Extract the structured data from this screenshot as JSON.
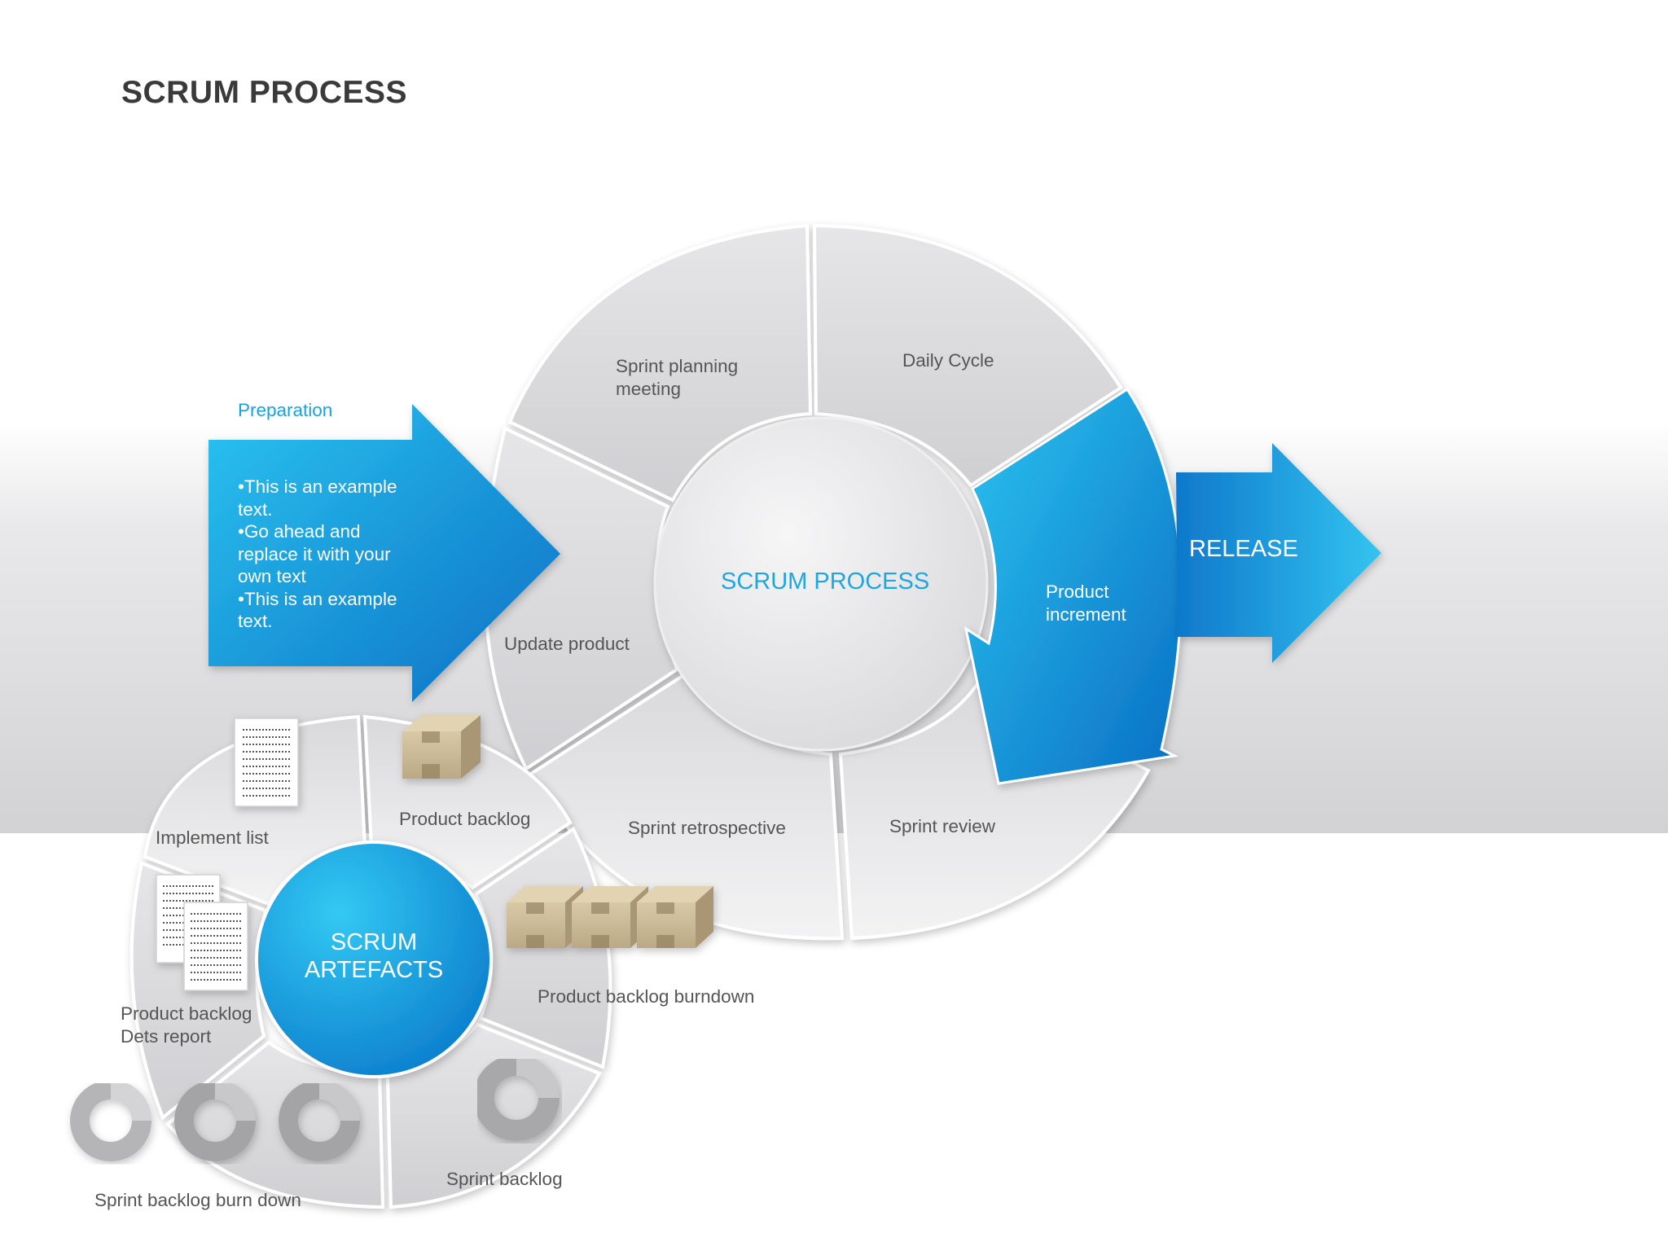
{
  "page": {
    "title": "SCRUM PROCESS"
  },
  "cycle": {
    "center_label": "SCRUM PROCESS",
    "segments": {
      "sprint_planning": "Sprint planning meeting",
      "daily_cycle": "Daily Cycle",
      "update_product": "Update product",
      "sprint_retrospective": "Sprint retrospective",
      "sprint_review": "Sprint review",
      "product_increment": "Product increment"
    }
  },
  "preparation": {
    "heading": "Preparation",
    "bullets": [
      "•This is an example text.",
      "•Go ahead and replace it with your own text",
      "•This is an example text."
    ]
  },
  "release": {
    "label": "RELEASE"
  },
  "artefacts": {
    "center_label": "SCRUM ARTEFACTS",
    "items": {
      "implement_list": "Implement list",
      "product_backlog": "Product backlog",
      "product_backlog_burndown": "Product backlog burndown",
      "product_backlog_dets_report": "Product backlog Dets report",
      "sprint_backlog_burn_down": "Sprint backlog burn down",
      "sprint_backlog": "Sprint backlog"
    }
  },
  "colors": {
    "accent_blue": "#18a7e4",
    "accent_blue_dark": "#0a6fbe",
    "segment_gray": "#d9d9dc",
    "band_gray": "#d4d4d6"
  }
}
